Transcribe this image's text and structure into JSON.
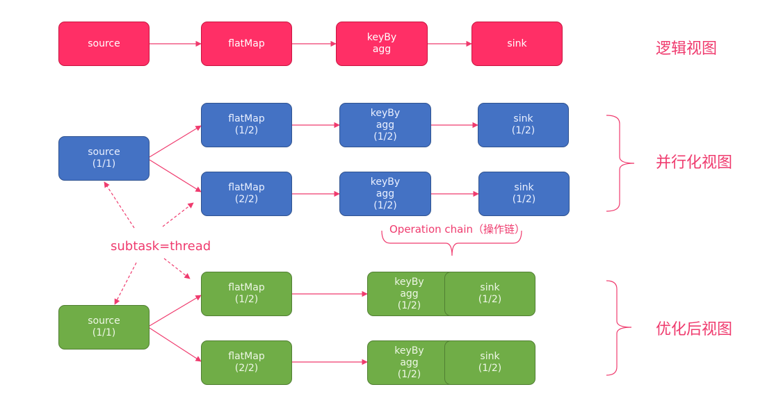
{
  "logical": {
    "title": "逻辑视图",
    "nodes": [
      {
        "lines": [
          "source"
        ]
      },
      {
        "lines": [
          "flatMap"
        ]
      },
      {
        "lines": [
          "keyBy",
          "agg"
        ]
      },
      {
        "lines": [
          "sink"
        ]
      }
    ]
  },
  "parallel": {
    "title": "并行化视图",
    "source": {
      "lines": [
        "source",
        "(1/1)"
      ]
    },
    "row1": [
      {
        "lines": [
          "flatMap",
          "(1/2)"
        ]
      },
      {
        "lines": [
          "keyBy",
          "agg",
          "(1/2)"
        ]
      },
      {
        "lines": [
          "sink",
          "(1/2)"
        ]
      }
    ],
    "row2": [
      {
        "lines": [
          "flatMap",
          "(2/2)"
        ]
      },
      {
        "lines": [
          "keyBy",
          "agg",
          "(1/2)"
        ]
      },
      {
        "lines": [
          "sink",
          "(1/2)"
        ]
      }
    ]
  },
  "annotations": {
    "operation_chain": "Operation chain（操作链）",
    "subtask": "subtask=thread"
  },
  "optimized": {
    "title": "优化后视图",
    "source": {
      "lines": [
        "source",
        "(1/1)"
      ]
    },
    "row1": [
      {
        "lines": [
          "flatMap",
          "(1/2)"
        ]
      },
      {
        "lines": [
          "keyBy",
          "agg",
          "(1/2)"
        ]
      },
      {
        "lines": [
          "sink",
          "(1/2)"
        ]
      }
    ],
    "row2": [
      {
        "lines": [
          "flatMap",
          "(2/2)"
        ]
      },
      {
        "lines": [
          "keyBy",
          "agg",
          "(1/2)"
        ]
      },
      {
        "lines": [
          "sink",
          "(1/2)"
        ]
      }
    ]
  },
  "colors": {
    "logical": "#ff2f66",
    "parallel": "#4472c4",
    "optimized": "#70ad47",
    "accent": "#ef3b6e"
  }
}
